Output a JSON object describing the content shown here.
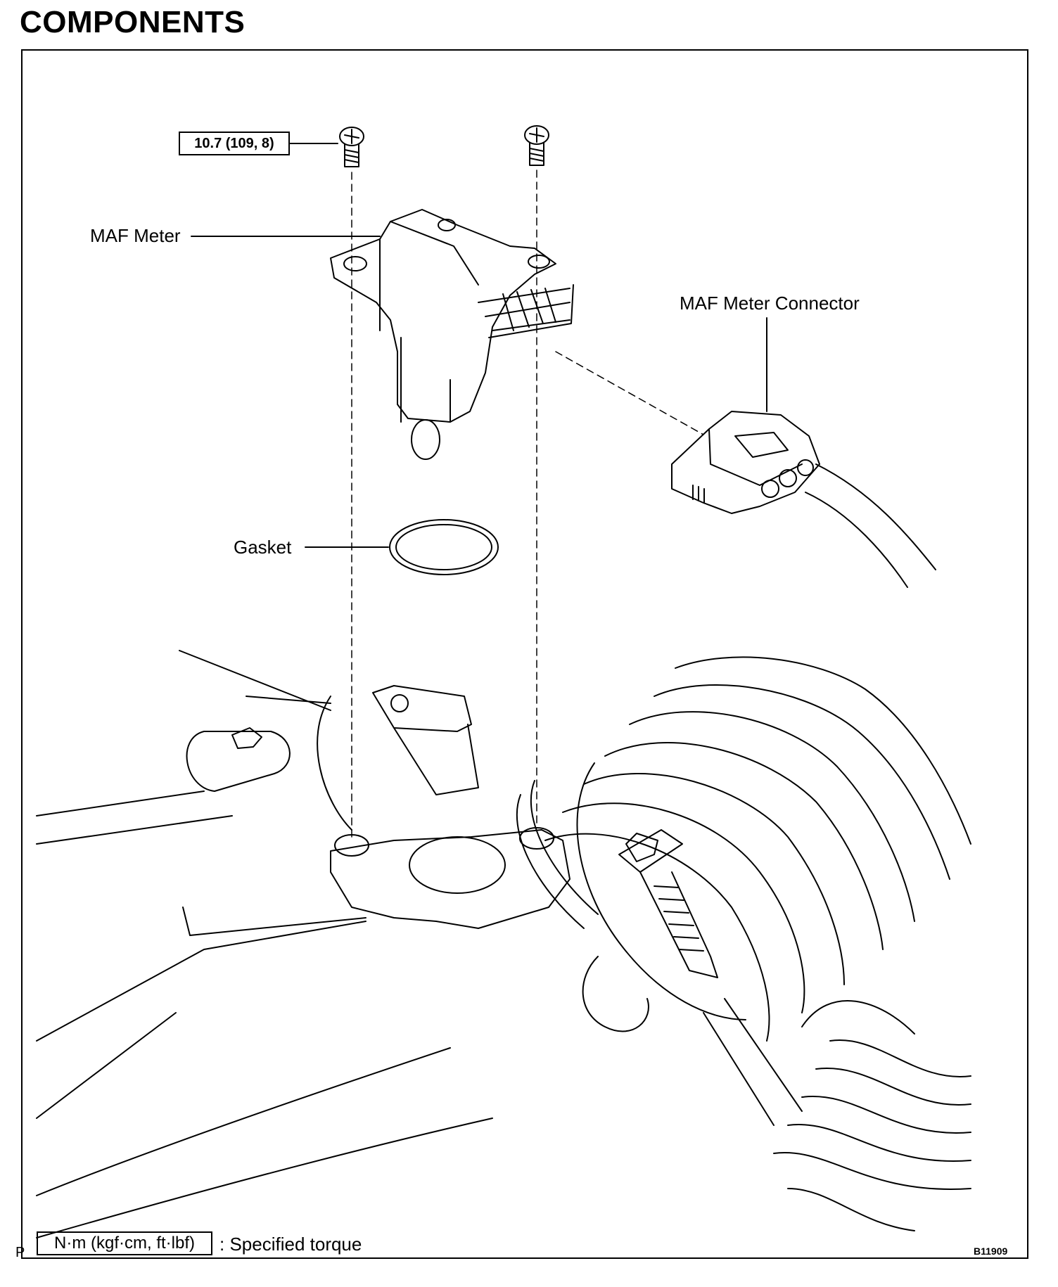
{
  "title": "COMPONENTS",
  "labels": {
    "torque_value": "10.7 (109, 8)",
    "maf_meter": "MAF Meter",
    "maf_meter_connector": "MAF Meter Connector",
    "gasket": "Gasket"
  },
  "legend": {
    "unit_box": "N·m (kgf·cm, ft·lbf)",
    "description": ": Specified torque"
  },
  "footer": {
    "left_mark": "P",
    "figure_ref": "B11909"
  }
}
